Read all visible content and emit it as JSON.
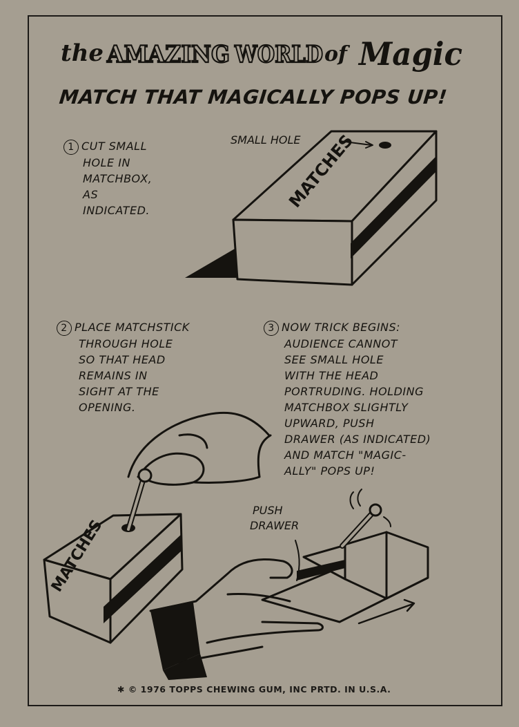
{
  "header": {
    "title_pre": "the",
    "title_amazing": "AMAZING",
    "title_world": "WORLD",
    "title_of": "of",
    "title_magic": "Magic"
  },
  "subtitle": "MATCH THAT MAGICALLY POPS UP!",
  "steps": [
    {
      "number": "1",
      "lines": [
        "CUT SMALL",
        "HOLE IN",
        "MATCHBOX,",
        "AS",
        "INDICATED."
      ]
    },
    {
      "number": "2",
      "lines": [
        "PLACE MATCHSTICK",
        "THROUGH HOLE",
        "SO THAT HEAD",
        "REMAINS IN",
        "SIGHT AT THE",
        "OPENING."
      ]
    },
    {
      "number": "3",
      "lines": [
        "NOW TRICK BEGINS:",
        "AUDIENCE CANNOT",
        "SEE SMALL HOLE",
        "WITH THE HEAD",
        "PORTRUDING. HOLDING",
        "MATCHBOX SLIGHTLY",
        "UPWARD, PUSH",
        "DRAWER (AS INDICATED)",
        "AND MATCH \"MAGIC-",
        "ALLY\" POPS UP!"
      ]
    }
  ],
  "labels": {
    "small_hole": "SMALL HOLE",
    "push_drawer_1": "PUSH",
    "push_drawer_2": "DRAWER",
    "matches_top": "MATCHES",
    "matches_bottom": "MATCHES"
  },
  "footer": "✱ © 1976 TOPPS CHEWING GUM, INC PRTD. IN U.S.A."
}
